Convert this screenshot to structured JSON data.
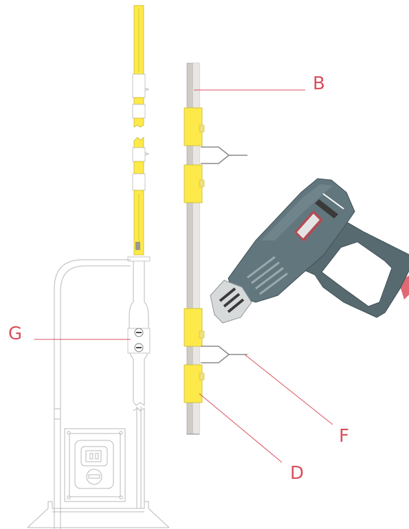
{
  "callouts": {
    "b": "B",
    "d": "D",
    "f": "F",
    "g": "G"
  },
  "colors": {
    "callout": "#d8505c",
    "sleeve_yellow": "#fde94a",
    "rod_gray": "#cfccc6",
    "heat_gun_body": "#566a70",
    "heat_gun_accent": "#b44a55",
    "outline": "#b9b9b9"
  },
  "icons": {
    "tool": "heat-gun-icon",
    "clip": "wire-clip-icon"
  }
}
